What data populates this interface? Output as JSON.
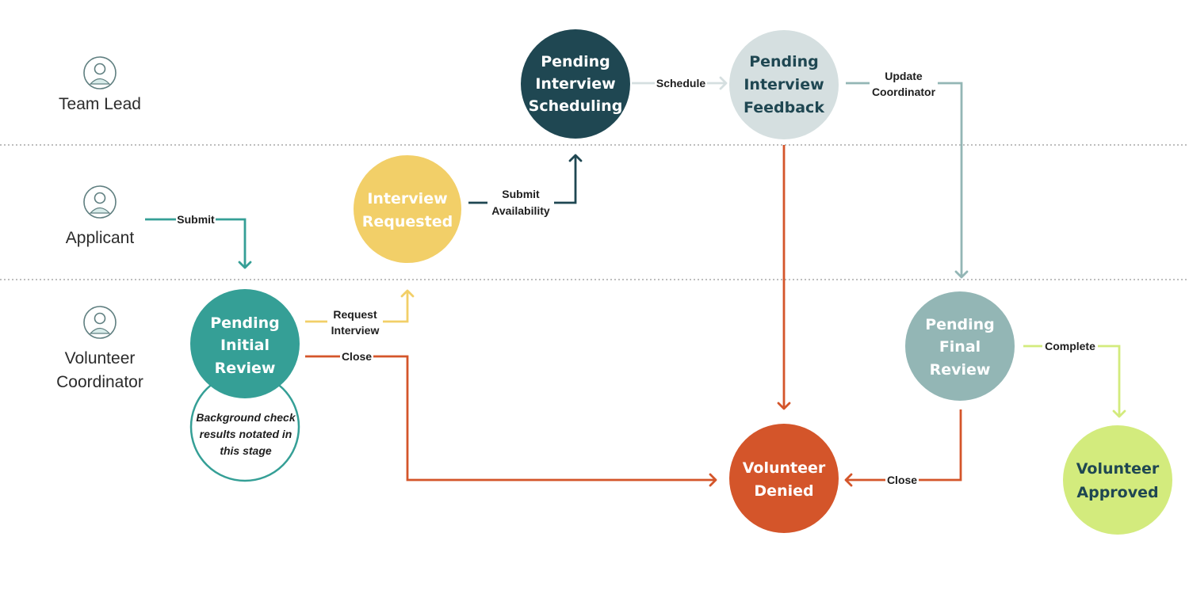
{
  "lanes": [
    {
      "id": "team-lead",
      "lines": [
        "Team Lead"
      ],
      "icon": "user-icon"
    },
    {
      "id": "applicant",
      "lines": [
        "Applicant"
      ],
      "icon": "user-icon"
    },
    {
      "id": "volunteer-coordinator",
      "lines": [
        "Volunteer",
        "Coordinator"
      ],
      "icon": "user-icon"
    }
  ],
  "nodes": [
    {
      "id": "pending-interview-scheduling",
      "lines": [
        "Pending",
        "Interview",
        "Scheduling"
      ],
      "fill": "#1f4752",
      "text": "#ffffff"
    },
    {
      "id": "pending-interview-feedback",
      "lines": [
        "Pending",
        "Interview",
        "Feedback"
      ],
      "fill": "#d5dfe0",
      "text": "#1f4752"
    },
    {
      "id": "interview-requested",
      "lines": [
        "Interview",
        "Requested"
      ],
      "fill": "#f2cf68",
      "text": "#ffffff"
    },
    {
      "id": "pending-initial-review",
      "lines": [
        "Pending",
        "Initial",
        "Review"
      ],
      "fill": "#359f96",
      "text": "#ffffff"
    },
    {
      "id": "volunteer-denied",
      "lines": [
        "Volunteer",
        "Denied"
      ],
      "fill": "#d4552a",
      "text": "#ffffff"
    },
    {
      "id": "pending-final-review",
      "lines": [
        "Pending",
        "Final",
        "Review"
      ],
      "fill": "#93b6b5",
      "text": "#ffffff"
    },
    {
      "id": "volunteer-approved",
      "lines": [
        "Volunteer",
        "Approved"
      ],
      "fill": "#d3eb7d",
      "text": "#1f4752"
    }
  ],
  "note": {
    "id": "background-check-note",
    "lines": [
      "Background check",
      "results notated in",
      "this stage"
    ],
    "stroke": "#359f96"
  },
  "edges": [
    {
      "id": "submit",
      "lines": [
        "Submit"
      ],
      "color": "#359f96"
    },
    {
      "id": "request-interview",
      "lines": [
        "Request",
        "Interview"
      ],
      "color": "#f2cf68"
    },
    {
      "id": "close-initial",
      "lines": [
        "Close"
      ],
      "color": "#d4552a"
    },
    {
      "id": "submit-availability",
      "lines": [
        "Submit",
        "Availability"
      ],
      "color": "#1f4752"
    },
    {
      "id": "schedule",
      "lines": [
        "Schedule"
      ],
      "color": "#d5dfe0"
    },
    {
      "id": "update-coordinator",
      "lines": [
        "Update",
        "Coordinator"
      ],
      "color": "#93b6b5"
    },
    {
      "id": "feedback-deny",
      "lines": [],
      "color": "#d4552a"
    },
    {
      "id": "complete",
      "lines": [
        "Complete"
      ],
      "color": "#d3eb7d"
    },
    {
      "id": "close-final",
      "lines": [
        "Close"
      ],
      "color": "#d4552a"
    }
  ],
  "colors": {
    "divider": "#a9a9a9",
    "icon": "#5f7f80",
    "icon_fill": "#d8ecea"
  }
}
